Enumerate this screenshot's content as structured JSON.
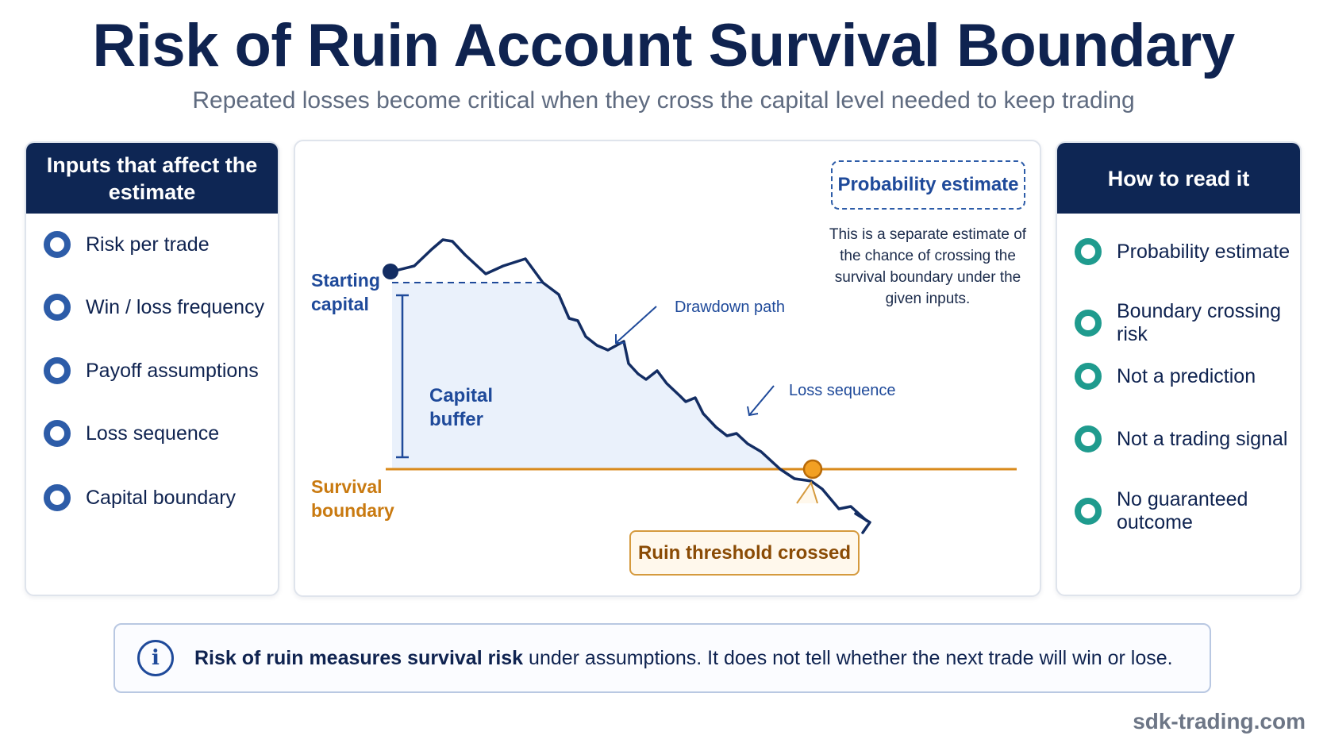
{
  "title": "Risk of Ruin Account Survival Boundary",
  "subtitle": "Repeated losses become critical when they cross the capital level needed to keep trading",
  "inputs_panel": {
    "header": "Inputs that affect the estimate",
    "items": [
      {
        "label": "Risk per trade"
      },
      {
        "label": "Win / loss frequency"
      },
      {
        "label": "Payoff assumptions"
      },
      {
        "label": "Loss sequence"
      },
      {
        "label": "Capital boundary"
      }
    ]
  },
  "read_panel": {
    "header": "How to read it",
    "items": [
      {
        "label": "Probability estimate"
      },
      {
        "label": "Boundary crossing risk"
      },
      {
        "label": "Not a prediction"
      },
      {
        "label": "Not a trading signal"
      },
      {
        "label": "No guaranteed outcome"
      }
    ]
  },
  "diagram": {
    "probability_box": "Probability estimate",
    "probability_note": "This is a separate estimate of the chance of crossing the survival boundary under the given inputs.",
    "starting_capital_label": "Starting capital",
    "capital_buffer_label": "Capital buffer",
    "survival_boundary_label": "Survival boundary",
    "drawdown_path_label": "Drawdown path",
    "loss_sequence_label": "Loss sequence",
    "ruin_label": "Ruin threshold crossed",
    "colors": {
      "path": "#132d63",
      "boundary": "#d98a1b",
      "buffer_fill": "#eaf1fb",
      "accent": "#1f4a9a"
    }
  },
  "info_bar": {
    "icon": "info-icon",
    "icon_glyph": "i",
    "text_strong": "Risk of ruin measures survival risk",
    "text_rest": " under assumptions. It does not tell whether the next trade will win or lose."
  },
  "footer": {
    "url": "sdk-trading.com"
  }
}
